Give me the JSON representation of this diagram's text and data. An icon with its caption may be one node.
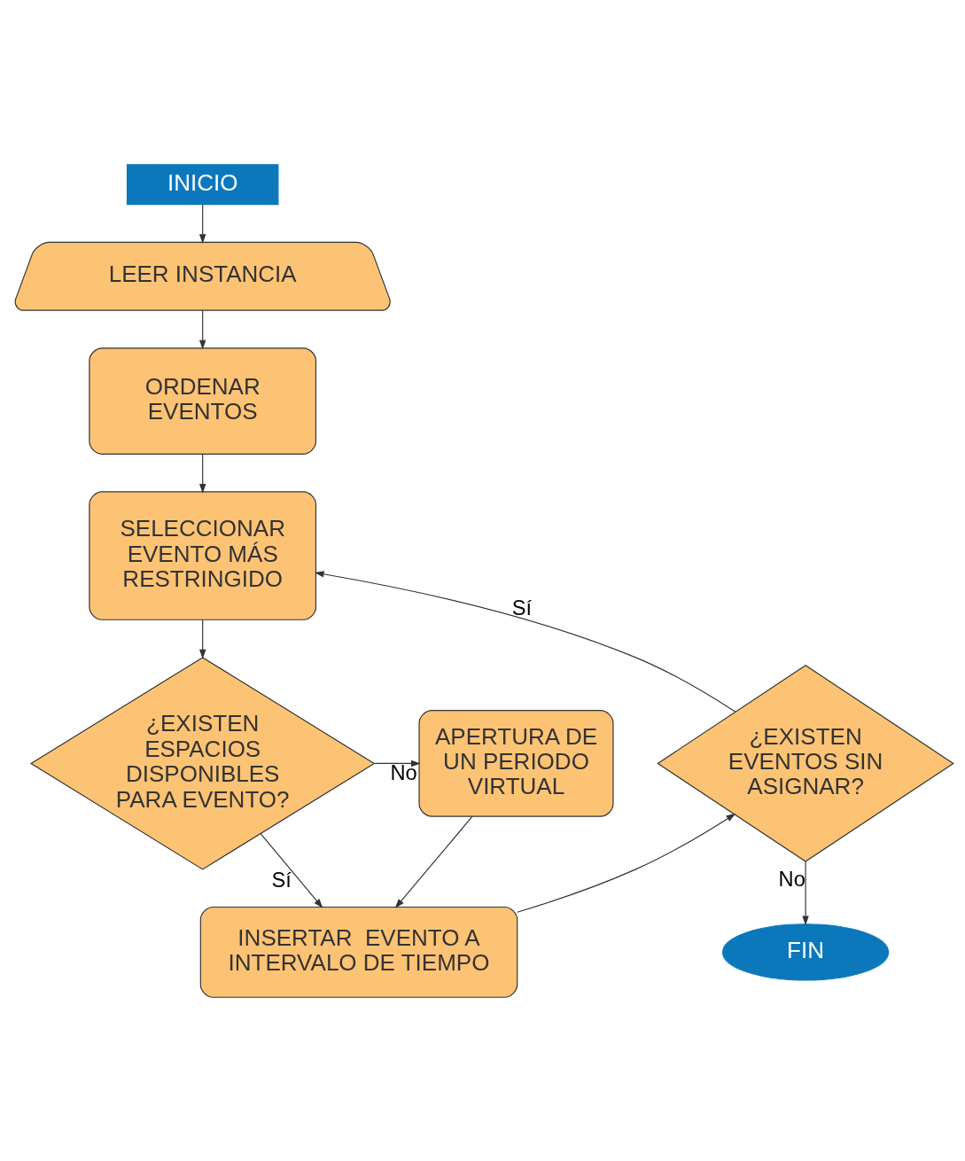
{
  "diagram": {
    "nodes": [
      {
        "text": [
          "INICIO"
        ]
      },
      {
        "text": [
          "LEER INSTANCIA"
        ]
      },
      {
        "text": [
          "ORDENAR EVENTOS"
        ]
      },
      {
        "text": [
          "SELECCIONAR EVENTO MÁS RESTRINGIDO"
        ]
      },
      {
        "text": [
          "¿EXISTEN ESPACIOS DISPONIBLES PARA EVENTO?"
        ]
      },
      {
        "text": [
          "APERTURA DE UN PERIODO VIRTUAL"
        ]
      },
      {
        "text": [
          "INSERTAR  EVENTO A INTERVALO DE TIEMPO"
        ]
      },
      {
        "text": [
          "¿EXISTEN EVENTOS SIN ASIGNAR?"
        ]
      },
      {
        "text": [
          "FIN"
        ]
      }
    ],
    "edges": [
      {
        "from": 0,
        "to": 1,
        "arrow": "to"
      },
      {
        "from": 1,
        "to": 2,
        "arrow": "to"
      },
      {
        "from": 2,
        "to": 3,
        "arrow": "to"
      },
      {
        "from": 3,
        "to": 4,
        "arrow": "to"
      },
      {
        "from": 4,
        "to": 5,
        "arrow": "to",
        "label": "No"
      },
      {
        "from": 4,
        "to": 6,
        "arrow": "to",
        "label": "Sí"
      },
      {
        "from": 5,
        "to": 6,
        "arrow": "to"
      },
      {
        "from": 6,
        "to": 7,
        "arrow": "to"
      },
      {
        "from": 7,
        "to": 3,
        "arrow": "to",
        "label": "Sí"
      },
      {
        "from": 7,
        "to": 8,
        "arrow": "to",
        "label": "No"
      }
    ]
  }
}
